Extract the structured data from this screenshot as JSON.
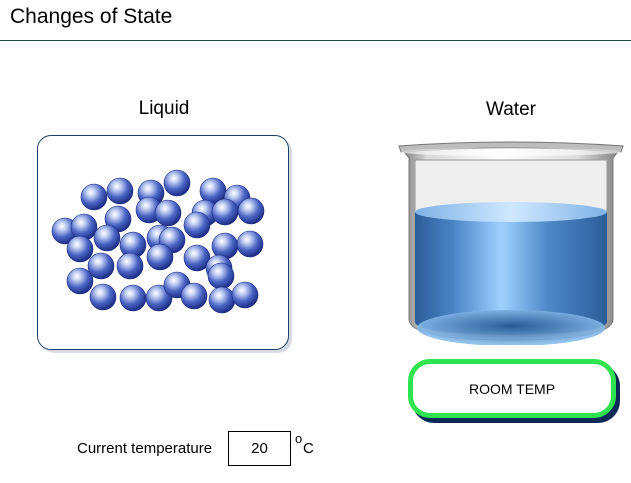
{
  "page": {
    "title": "Changes of State"
  },
  "molecule_view": {
    "label": "Liquid",
    "state": "liquid",
    "particle_color": "#3b55b8"
  },
  "beaker_view": {
    "label": "Water",
    "liquid_color": "#4f8fd4"
  },
  "state_button": {
    "label": "ROOM TEMP",
    "border_color": "#2de34e"
  },
  "temperature": {
    "label": "Current temperature",
    "value": "20",
    "unit_superscript": "o",
    "unit": "C"
  },
  "icons": {
    "molecule": "sphere-molecule-icon",
    "beaker": "beaker-icon"
  }
}
